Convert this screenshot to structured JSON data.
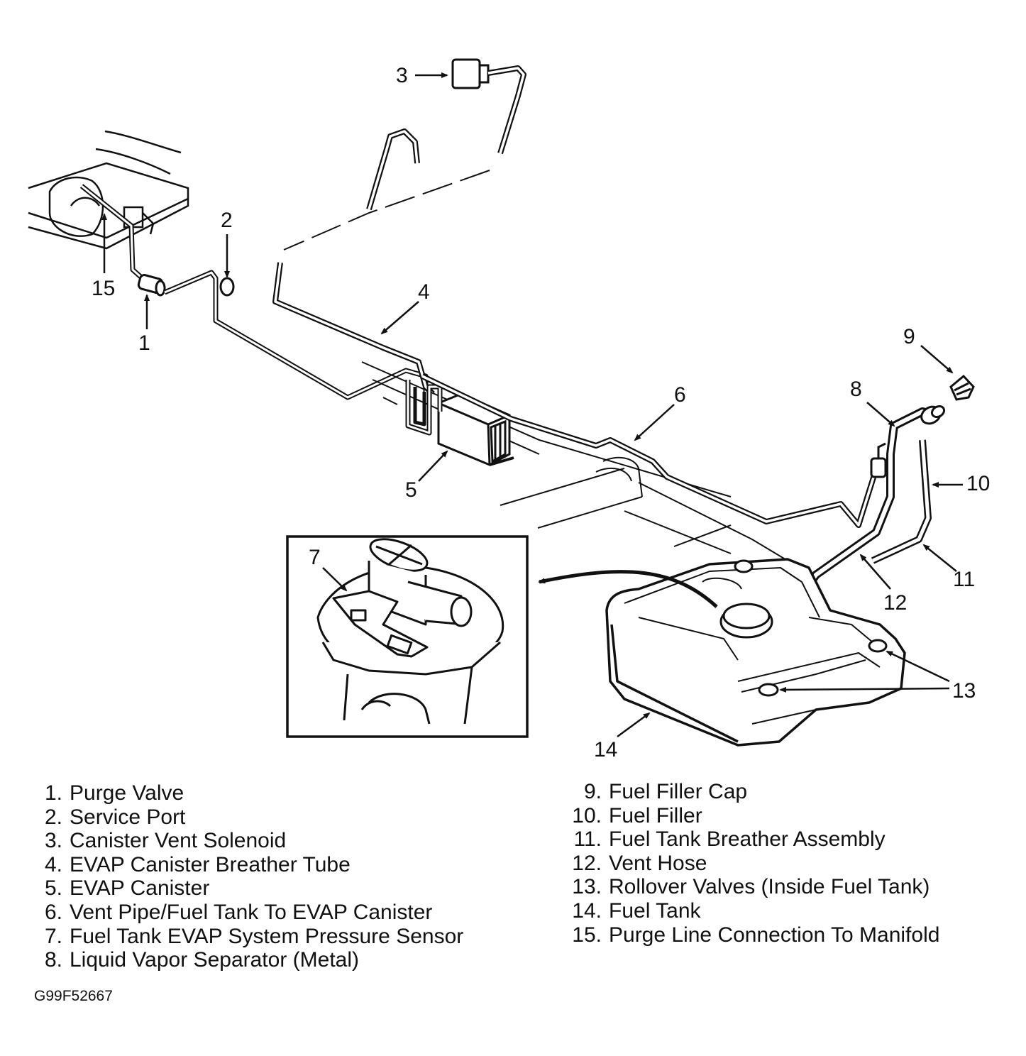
{
  "callouts": [
    "1",
    "2",
    "3",
    "4",
    "5",
    "6",
    "7",
    "8",
    "9",
    "10",
    "11",
    "12",
    "13",
    "14",
    "15"
  ],
  "legend": {
    "left": [
      {
        "num": "1.",
        "text": "Purge Valve"
      },
      {
        "num": "2.",
        "text": "Service Port"
      },
      {
        "num": "3.",
        "text": "Canister Vent Solenoid"
      },
      {
        "num": "4.",
        "text": "EVAP Canister Breather Tube"
      },
      {
        "num": "5.",
        "text": "EVAP Canister"
      },
      {
        "num": "6.",
        "text": "Vent Pipe/Fuel Tank To EVAP Canister"
      },
      {
        "num": "7.",
        "text": "Fuel Tank EVAP System Pressure Sensor"
      },
      {
        "num": "8.",
        "text": "Liquid Vapor Separator (Metal)"
      }
    ],
    "right": [
      {
        "num": "9.",
        "text": "Fuel Filler Cap"
      },
      {
        "num": "10.",
        "text": "Fuel Filler"
      },
      {
        "num": "11.",
        "text": "Fuel Tank Breather Assembly"
      },
      {
        "num": "12.",
        "text": "Vent Hose"
      },
      {
        "num": "13.",
        "text": "Rollover Valves (Inside Fuel Tank)"
      },
      {
        "num": "14.",
        "text": "Fuel Tank"
      },
      {
        "num": "15.",
        "text": "Purge Line Connection To Manifold"
      }
    ]
  },
  "figure_id": "G99F52667"
}
